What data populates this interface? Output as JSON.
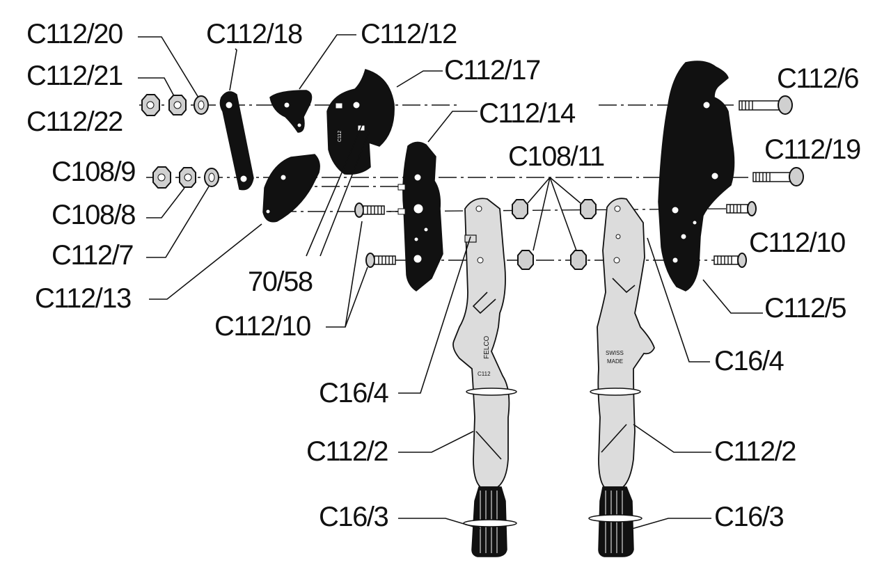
{
  "diagram": {
    "labels": {
      "c112_20": "C112/20",
      "c112_21": "C112/21",
      "c112_22": "C112/22",
      "c108_9": "C108/9",
      "c108_8": "C108/8",
      "c112_7": "C112/7",
      "c112_13": "C112/13",
      "c112_18": "C112/18",
      "c112_12": "C112/12",
      "c112_17": "C112/17",
      "c112_14": "C112/14",
      "c108_11": "C108/11",
      "c70_58": "70/58",
      "c112_10_left": "C112/10",
      "c16_4_left": "C16/4",
      "c112_2_left": "C112/2",
      "c16_3_left": "C16/3",
      "c112_6": "C112/6",
      "c112_19": "C112/19",
      "c112_10_right": "C112/10",
      "c112_5": "C112/5",
      "c16_4_right": "C16/4",
      "c112_2_right": "C112/2",
      "c16_3_right": "C16/3"
    },
    "markings": {
      "left_handle_brand": "FELCO",
      "left_handle_model": "C112",
      "right_handle_line1": "SWISS",
      "right_handle_line2": "MADE"
    },
    "colors": {
      "ink": "#111111",
      "handle_fill": "#dcdcdc",
      "background": "#ffffff"
    }
  }
}
